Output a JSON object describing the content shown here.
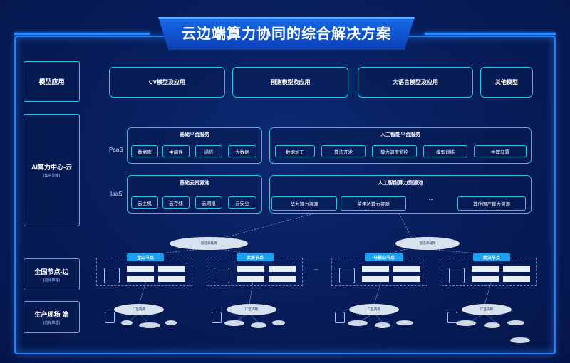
{
  "title": "云边端算力协同的综合解决方案",
  "left_labels": [
    {
      "main": "模型应用",
      "sub": ""
    },
    {
      "main": "AI算力中心-云",
      "sub": "(集中训练)"
    },
    {
      "main": "全国节点-边",
      "sub": "(边缘推理)"
    },
    {
      "main": "生产现场-端",
      "sub": "(边缘推理)"
    }
  ],
  "model_apps": [
    "CV模型及应用",
    "预测模型及应用",
    "大语言模型及应用",
    "其他模型"
  ],
  "paas": {
    "label": "PaaS",
    "basic": {
      "title": "基础平台服务",
      "items": [
        "数据库",
        "中间件",
        "通信",
        "大数据"
      ]
    },
    "ai": {
      "title": "人工智能平台服务",
      "items": [
        "数据加工",
        "算法开发",
        "算力调度监控",
        "模型训练",
        "推理部署"
      ]
    }
  },
  "iaas": {
    "label": "IaaS",
    "basic": {
      "title": "基础云资源池",
      "items": [
        "云主机",
        "云存储",
        "云网络",
        "云安全"
      ]
    },
    "ai": {
      "title": "人工智能算力资源池",
      "items": [
        "华为算力资源",
        "英伟达算力资源",
        "其他国产算力资源"
      ],
      "ellipsis": "..."
    }
  },
  "clouds": {
    "bearer": "宽泛承载网",
    "factory": "厂区内网"
  },
  "edge_nodes": [
    "宝山节点",
    "太原节点",
    "马鞍山节点",
    "武汉节点"
  ],
  "ellipsis_small": "...",
  "colors": {
    "accent": "#2bc3e6",
    "frame": "#1f7fff",
    "node": "#1aa0f0",
    "background": "#061a52"
  }
}
